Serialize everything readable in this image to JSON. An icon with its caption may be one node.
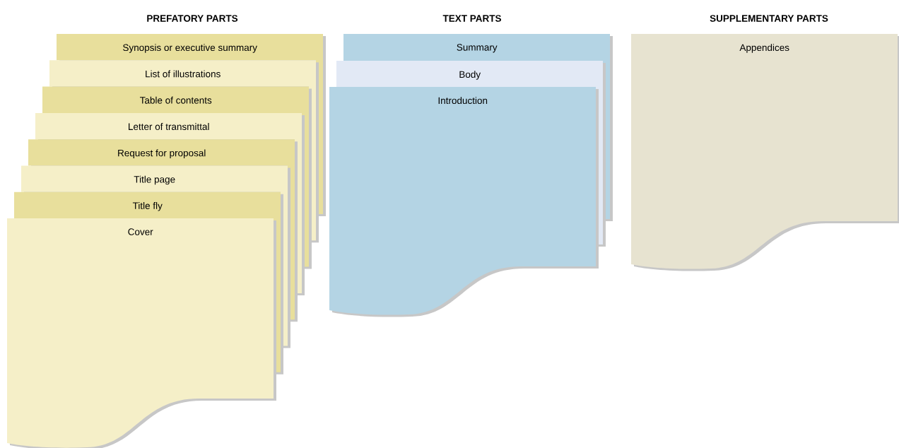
{
  "diagram": {
    "nodes": [
      {
        "text": [
          "Synopsis or executive summary"
        ]
      },
      {
        "text": [
          "List of illustrations"
        ]
      },
      {
        "text": [
          "Table of contents"
        ]
      },
      {
        "text": [
          "Letter of transmittal"
        ]
      },
      {
        "text": [
          "Request for proposal"
        ]
      },
      {
        "text": [
          "Title page"
        ]
      },
      {
        "text": [
          "Title fly"
        ]
      },
      {
        "text": [
          "Cover"
        ]
      },
      {
        "text": [
          "Summary"
        ]
      },
      {
        "text": [
          "Body"
        ]
      },
      {
        "text": [
          "Introduction"
        ]
      },
      {
        "text": [
          "Appendices"
        ]
      }
    ],
    "edges": [],
    "labels": [
      "PREFATORY PARTS",
      "TEXT PARTS",
      "SUPPLEMENTARY PARTS"
    ]
  }
}
